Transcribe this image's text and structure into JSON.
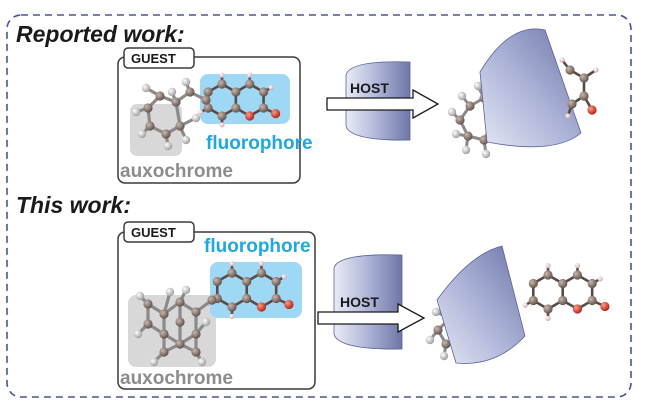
{
  "panels": {
    "reported": {
      "heading": "Reported work:",
      "guest_label": "GUEST",
      "fluorophore_label": "fluorophore",
      "auxochrome_label": "auxochrome",
      "host_label": "HOST"
    },
    "this_work": {
      "heading": "This work:",
      "guest_label": "GUEST",
      "fluorophore_label": "fluorophore",
      "auxochrome_label": "auxochrome",
      "host_label": "HOST"
    }
  },
  "colors": {
    "border_dash": "#4a5590",
    "fluorophore_highlight": "#9fd8f5",
    "fluorophore_text": "#1ea7e1",
    "auxochrome_highlight": "#d8d8d8",
    "auxochrome_text": "#8c8c8c",
    "host_body": "#9ea6cf",
    "carbon_atom": "#7a6a62",
    "oxygen_atom": "#d63a2a",
    "hydrogen_atom": "#f2c9cf"
  }
}
